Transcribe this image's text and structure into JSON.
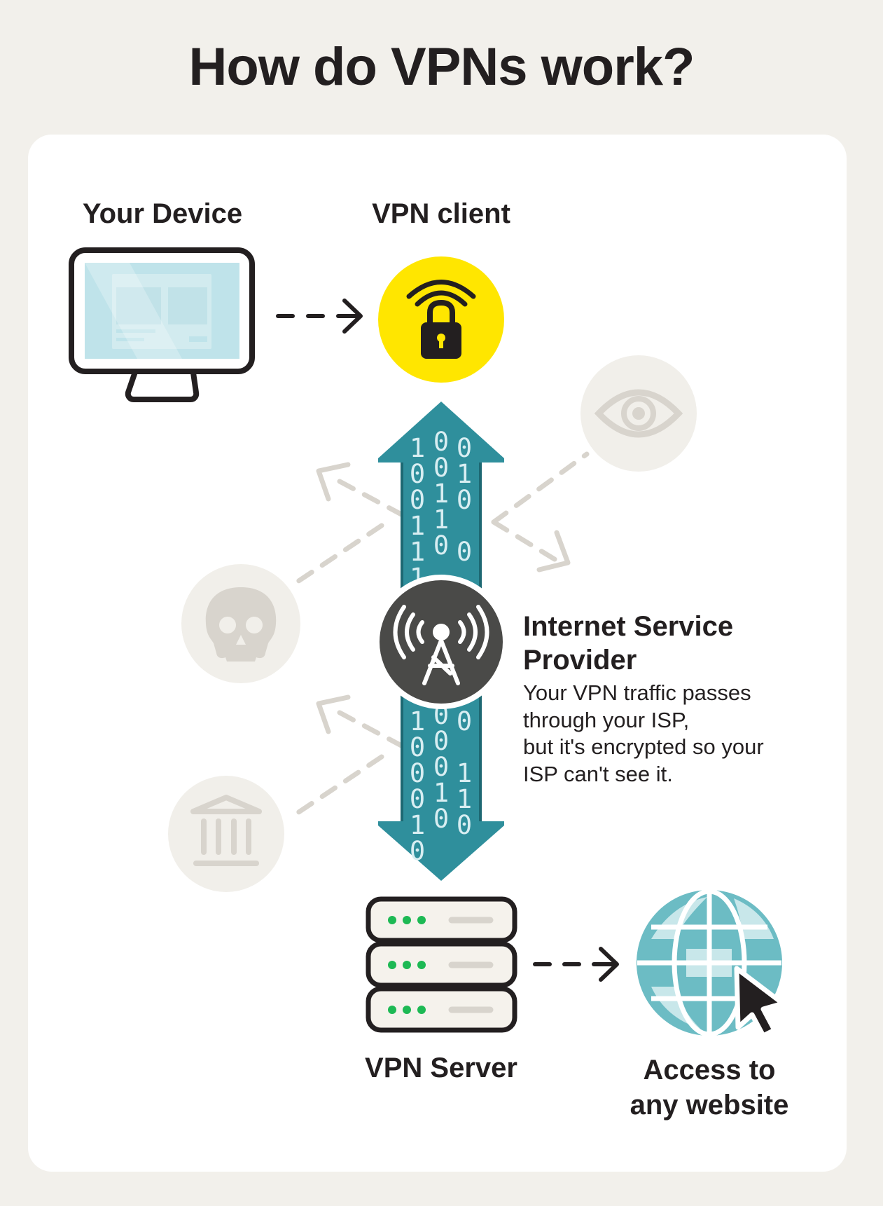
{
  "title": "How do VPNs work?",
  "nodes": {
    "device": {
      "label": "Your Device"
    },
    "client": {
      "label": "VPN client"
    },
    "isp": {
      "title_line1": "Internet Service",
      "title_line2": "Provider",
      "desc_lines": [
        "Your VPN traffic passes",
        "through your ISP,",
        "but it's encrypted so your",
        "ISP can't see it."
      ]
    },
    "server": {
      "label": "VPN Server"
    },
    "website": {
      "label_line1": "Access to",
      "label_line2": "any website"
    }
  },
  "binary": {
    "top_rows": [
      "1 0 0",
      "0 0 1",
      "0 1 0",
      "1 1",
      "1 0 0",
      "1"
    ],
    "bottom_rows": [
      "1 0 0",
      "0 0",
      "0 0 1",
      "0 1 1",
      "1 0 0",
      "0"
    ]
  },
  "icons": [
    "monitor-icon",
    "padlock-wifi-icon",
    "eye-icon",
    "skull-icon",
    "bank-icon",
    "cell-tower-icon",
    "server-stack-icon",
    "globe-icon",
    "cursor-icon"
  ],
  "colors": {
    "background": "#f2f0eb",
    "card": "#ffffff",
    "vpn_yellow": "#ffe600",
    "tunnel_teal": "#2f8f9c",
    "isp_dark": "#4a4a48",
    "threat_gray": "#d8d4cd",
    "globe_teal": "#6cbcc4",
    "server_led_green": "#1db954",
    "text": "#231f20"
  }
}
